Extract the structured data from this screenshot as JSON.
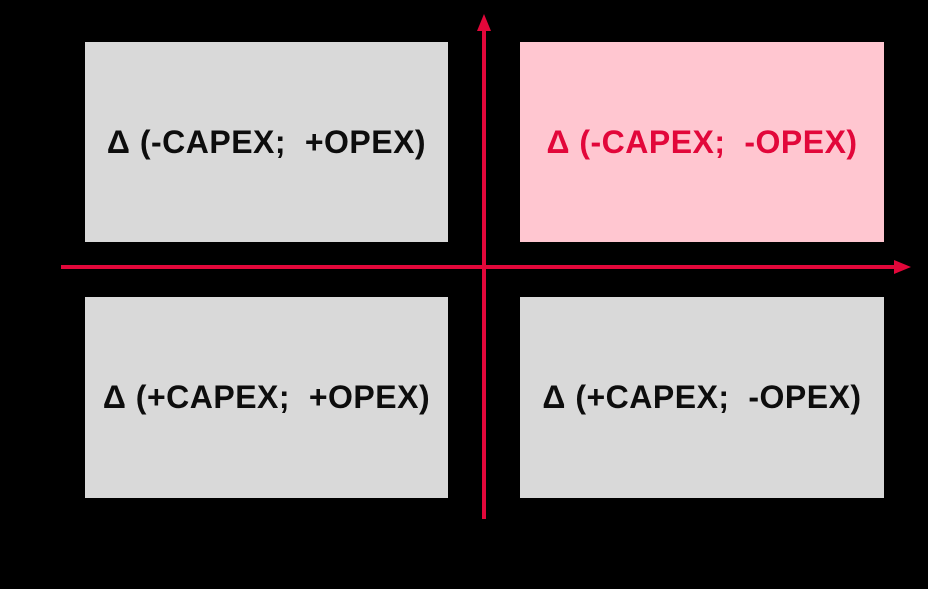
{
  "colors": {
    "background": "#000000",
    "axis_red": "#e2073a",
    "quadrant_gray": "#d9d9d9",
    "highlight_pink": "#ffc6d0",
    "label_black": "#0d0d0d",
    "highlight_text_red": "#e2073a"
  },
  "diagram": {
    "quadrants": {
      "top_left": {
        "label": "Δ (-CAPEX;  +OPEX)",
        "bg": "#d9d9d9",
        "text_color": "#0d0d0d"
      },
      "top_right": {
        "label": "Δ (-CAPEX;  -OPEX)",
        "bg": "#ffc6d0",
        "text_color": "#e2073a"
      },
      "bottom_left": {
        "label": "Δ (+CAPEX;  +OPEX)",
        "bg": "#d9d9d9",
        "text_color": "#0d0d0d"
      },
      "bottom_right": {
        "label": "Δ (+CAPEX;  -OPEX)",
        "bg": "#d9d9d9",
        "text_color": "#0d0d0d"
      }
    }
  }
}
